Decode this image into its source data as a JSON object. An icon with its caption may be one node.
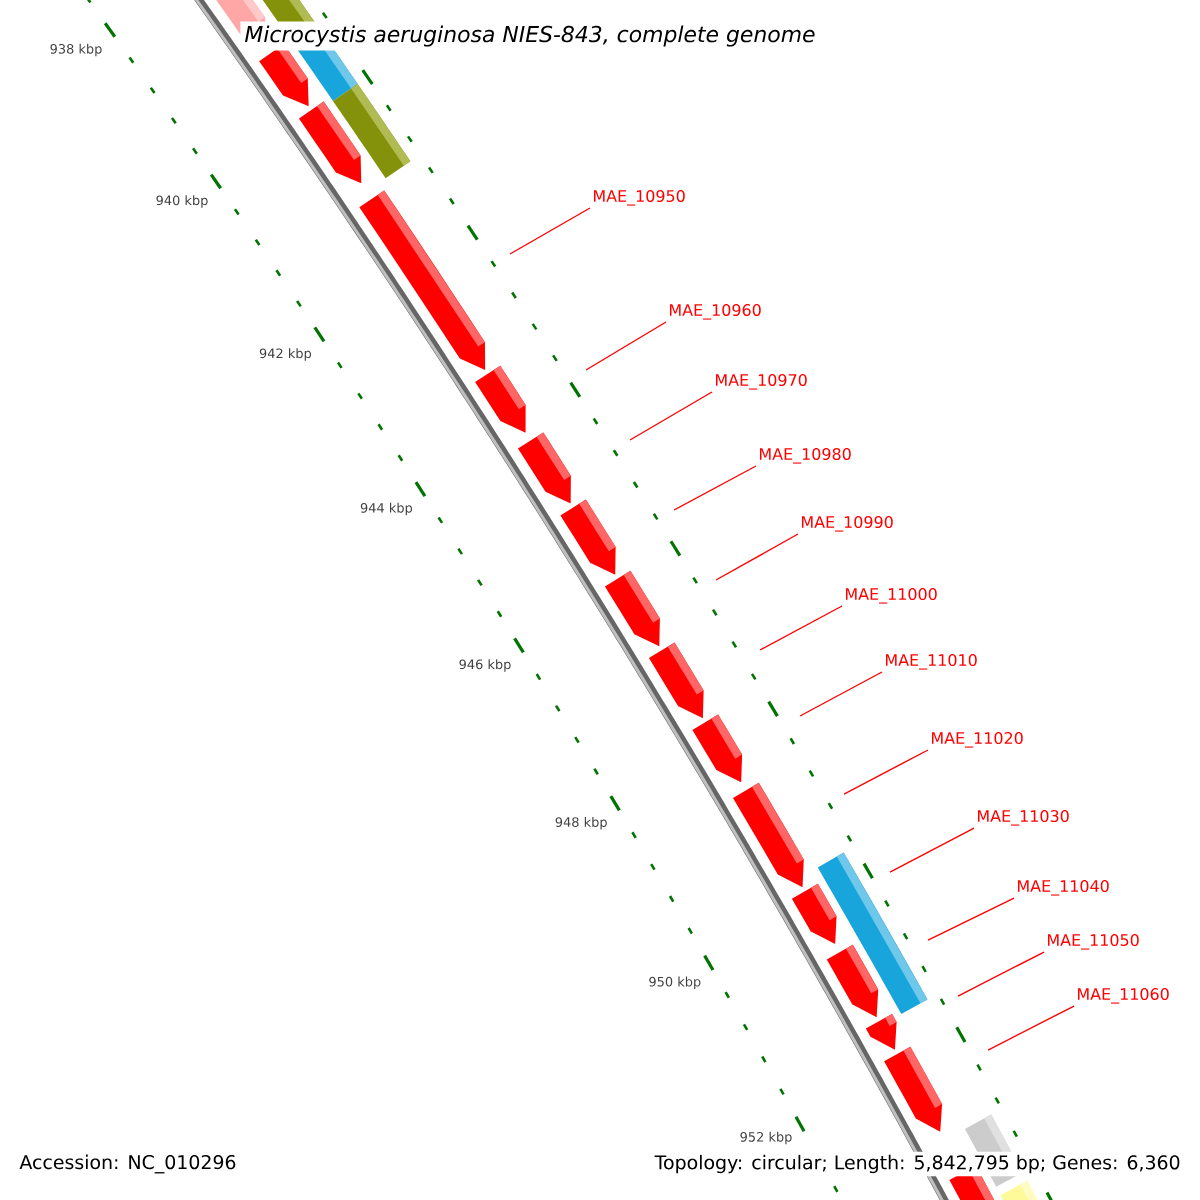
{
  "diagram": {
    "title": "Microcystis aeruginosa NIES-843, complete genome",
    "nodes": [
      {
        "text": [
          "MAE_10950"
        ]
      },
      {
        "text": [
          "MAE_10960"
        ]
      },
      {
        "text": [
          "MAE_10970"
        ]
      },
      {
        "text": [
          "MAE_10980"
        ]
      },
      {
        "text": [
          "MAE_10990"
        ]
      },
      {
        "text": [
          "MAE_11000"
        ]
      },
      {
        "text": [
          "MAE_11010"
        ]
      },
      {
        "text": [
          "MAE_11020"
        ]
      },
      {
        "text": [
          "MAE_11030"
        ]
      },
      {
        "text": [
          "MAE_11040"
        ]
      },
      {
        "text": [
          "MAE_11050"
        ]
      },
      {
        "text": [
          "MAE_11060"
        ]
      }
    ],
    "edges": [
      {
        "from": 0,
        "to": null,
        "arrow": "none"
      },
      {
        "from": 1,
        "to": null,
        "arrow": "none"
      },
      {
        "from": 2,
        "to": null,
        "arrow": "none"
      },
      {
        "from": 3,
        "to": null,
        "arrow": "none"
      },
      {
        "from": 4,
        "to": null,
        "arrow": "none"
      },
      {
        "from": 5,
        "to": null,
        "arrow": "none"
      },
      {
        "from": 6,
        "to": null,
        "arrow": "none"
      },
      {
        "from": 7,
        "to": null,
        "arrow": "none"
      },
      {
        "from": 8,
        "to": null,
        "arrow": "none"
      },
      {
        "from": 9,
        "to": null,
        "arrow": "none"
      },
      {
        "from": 10,
        "to": null,
        "arrow": "none"
      },
      {
        "from": 11,
        "to": null,
        "arrow": "none"
      }
    ],
    "labels": [
      "938 kbp",
      "940 kbp",
      "942 kbp",
      "944 kbp",
      "946 kbp",
      "948 kbp",
      "950 kbp",
      "952 kbp",
      "Accession: NC_010296",
      "Topology: circular; Length: 5,842,795 bp; Genes: 6,360"
    ]
  }
}
